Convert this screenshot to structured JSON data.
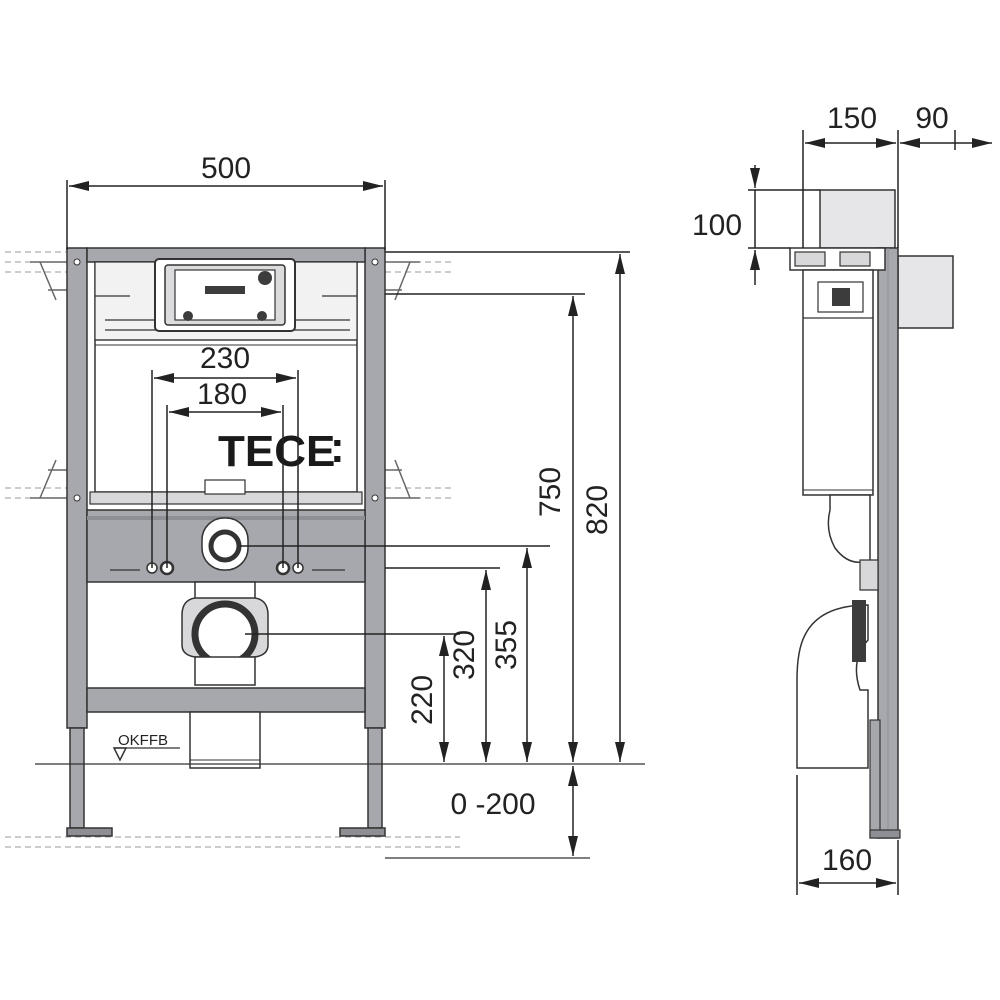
{
  "logo": {
    "text": "TECE",
    "suffix": ":"
  },
  "floor_label": "OKFFB",
  "front_view": {
    "width": "500",
    "outlet_spacing_outer": "230",
    "outlet_spacing_inner": "180",
    "height_total": "820",
    "height_flush": "750",
    "height_inlet": "355",
    "height_bolts": "320",
    "height_drain": "220",
    "adjustable_feet": "0 -200"
  },
  "side_view": {
    "depth_cistern": "150",
    "depth_box": "90",
    "height_box": "100",
    "depth_bottom": "160"
  },
  "colors": {
    "line": "#333333",
    "frame": "#a7a8ad",
    "frame_dark": "#8e8f94",
    "fill_light": "#e6e6e8",
    "dark_fill": "#3c3c3c"
  }
}
